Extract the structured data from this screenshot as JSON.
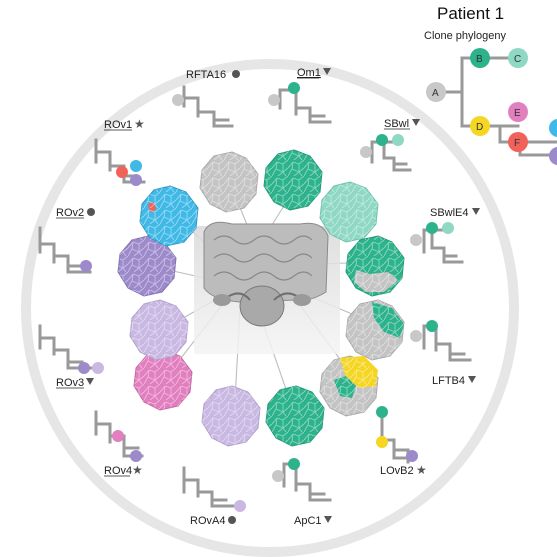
{
  "header": {
    "title": "Patient 1",
    "subtitle": "Clone phylogeny"
  },
  "colors": {
    "A": "#c8c8c8",
    "B": "#2db38c",
    "C": "#8ed8c4",
    "D": "#f5d623",
    "E": "#e27fbf",
    "F": "#f0625a",
    "G": "#41b9e6",
    "H": "#9d8acb",
    "I": "#c9b8e2",
    "tree": "#999999"
  },
  "phylogeny": {
    "nodes": [
      "A",
      "B",
      "C",
      "D",
      "E",
      "F"
    ]
  },
  "samples": [
    {
      "id": "RFTA16",
      "label": "RFTA16",
      "marker": "circle",
      "underline": false,
      "clones": [
        "A"
      ]
    },
    {
      "id": "Om1",
      "label": "Om1",
      "marker": "triangle",
      "underline": true,
      "clones": [
        "A",
        "B"
      ]
    },
    {
      "id": "SBwl",
      "label": "SBwl",
      "marker": "triangle",
      "underline": true,
      "clones": [
        "A",
        "B",
        "C"
      ]
    },
    {
      "id": "SBwlE4",
      "label": "SBwlE4",
      "marker": "triangle",
      "underline": false,
      "clones": [
        "A",
        "B",
        "C"
      ]
    },
    {
      "id": "LFTB4",
      "label": "LFTB4",
      "marker": "triangle",
      "underline": false,
      "clones": [
        "A",
        "B"
      ]
    },
    {
      "id": "LOvB2",
      "label": "LOvB2",
      "marker": "star",
      "underline": false,
      "clones": [
        "B",
        "D",
        "H"
      ]
    },
    {
      "id": "ApC1",
      "label": "ApC1",
      "marker": "triangle",
      "underline": false,
      "clones": [
        "A",
        "B"
      ]
    },
    {
      "id": "ROvA4",
      "label": "ROvA4",
      "marker": "circle",
      "underline": false,
      "clones": [
        "I"
      ]
    },
    {
      "id": "ROv4",
      "label": "ROv4",
      "marker": "star",
      "underline": true,
      "clones": [
        "E",
        "H"
      ]
    },
    {
      "id": "ROv3",
      "label": "ROv3",
      "marker": "triangle",
      "underline": true,
      "clones": [
        "H",
        "I"
      ]
    },
    {
      "id": "ROv2",
      "label": "ROv2",
      "marker": "circle",
      "underline": true,
      "clones": [
        "H"
      ]
    },
    {
      "id": "ROv1",
      "label": "ROv1",
      "marker": "star",
      "underline": true,
      "clones": [
        "F",
        "G",
        "H"
      ]
    }
  ]
}
